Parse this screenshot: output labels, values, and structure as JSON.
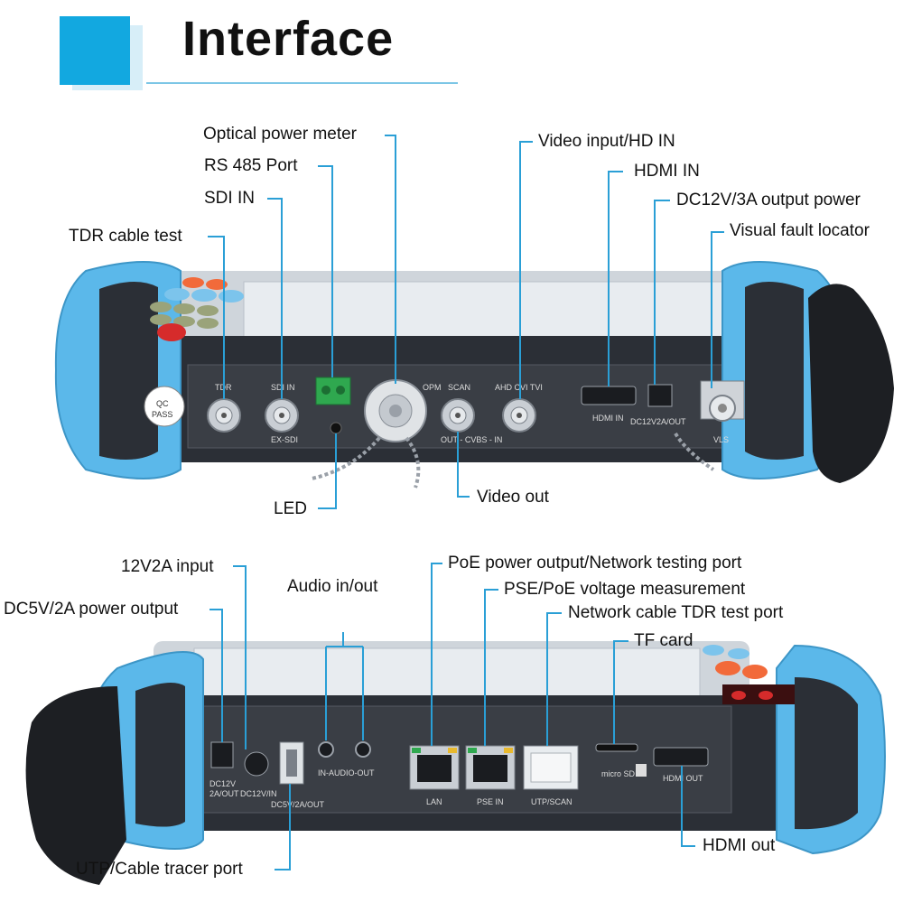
{
  "header": {
    "title": "Interface"
  },
  "top_labels": {
    "optical_power_meter": "Optical power meter",
    "rs485": "RS 485 Port",
    "sdi_in": "SDI IN",
    "tdr_cable_test": "TDR cable test",
    "video_input_hd": "Video input/HD IN",
    "hdmi_in": "HDMI IN",
    "dc12v_output": "DC12V/3A output power",
    "visual_fault_locator": "Visual fault locator",
    "led": "LED",
    "video_out": "Video out"
  },
  "top_panel": {
    "tdr": "TDR",
    "sdi_in": "SDI IN",
    "ex_sdi": "EX-SDI",
    "opm": "OPM",
    "scan": "SCAN",
    "ahd": "AHD CVI TVI",
    "cvbs": "OUT - CVBS - IN",
    "hdmi_in": "HDMI IN",
    "dc12": "DC12V2A/OUT",
    "vls": "VLS",
    "qc1": "QC",
    "qc2": "PASS"
  },
  "bottom_labels": {
    "input_12v": "12V2A input",
    "dc5v_output": "DC5V/2A power output",
    "audio": "Audio in/out",
    "poe": "PoE power output/Network testing port",
    "pse": "PSE/PoE voltage measurement",
    "tdr_port": "Network cable TDR test port",
    "tf_card": "TF card",
    "hdmi_out": "HDMI out",
    "utp": "UTP/Cable tracer port"
  },
  "bottom_panel": {
    "dc12_out_1": "DC12V",
    "dc12_out_2": "2A/OUT",
    "dc12_in": "DC12V/IN",
    "audio": "IN-AUDIO-OUT",
    "lan": "LAN",
    "pse_in": "PSE IN",
    "utp_scan": "UTP/SCAN",
    "micro_sd": "micro SD",
    "hdmi_out": "HDMI OUT",
    "dc5": "DC5V/2A/OUT"
  },
  "colors": {
    "accent": "#12a8e0",
    "bumper": "#5bb8ea",
    "body": "#2b2f36",
    "panel": "#3a3e45"
  }
}
